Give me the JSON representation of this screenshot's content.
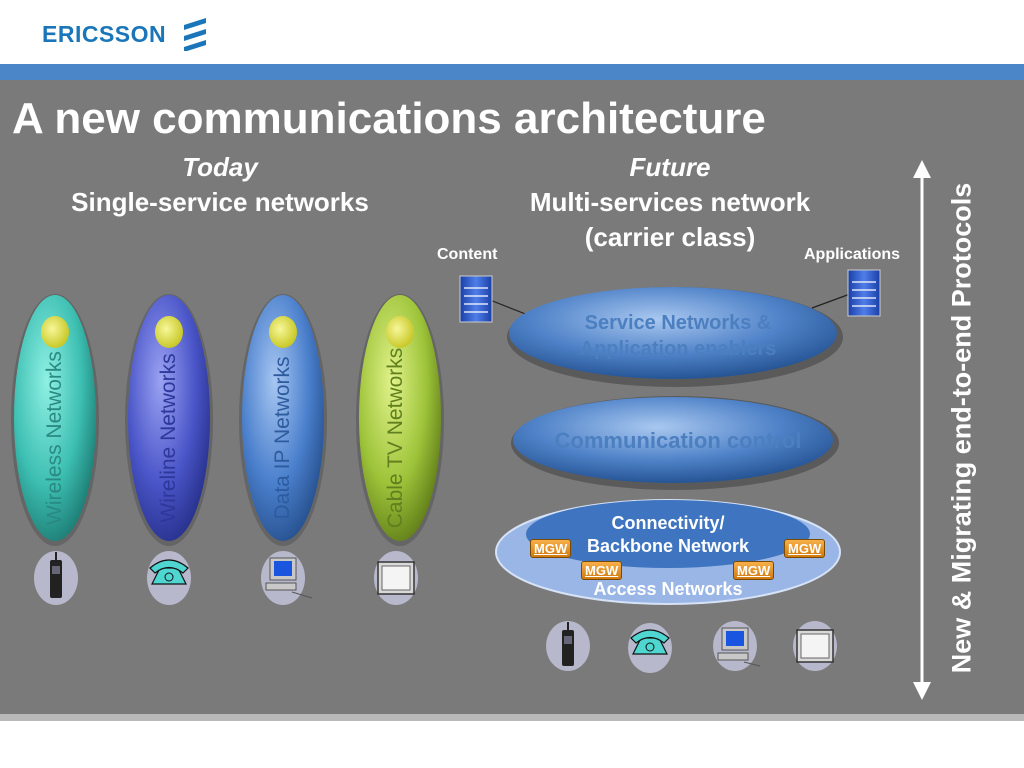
{
  "brand": {
    "name": "ERICSSON",
    "color": "#1a76b8"
  },
  "title": "A new communications architecture",
  "today": {
    "heading": "Today",
    "subheading": "Single-service networks"
  },
  "future": {
    "heading": "Future",
    "subheading_line1": "Multi-services network",
    "subheading_line2": "(carrier class)"
  },
  "labels": {
    "content": "Content",
    "applications": "Applications"
  },
  "single_networks": [
    {
      "label": "Wireless Networks",
      "color": "#3dbfb2",
      "device": "mobile-phone-icon"
    },
    {
      "label": "Wireline Networks",
      "color": "#4a55c8",
      "device": "telephone-icon"
    },
    {
      "label": "Data IP Networks",
      "color": "#4a7fcc",
      "device": "computer-icon"
    },
    {
      "label": "Cable TV Networks",
      "color": "#9ec43a",
      "device": "tv-icon"
    }
  ],
  "layers": {
    "service": {
      "line1": "Service Networks &",
      "line2": "Application enablers"
    },
    "control": "Communication control",
    "connectivity": {
      "line1": "Connectivity/",
      "line2": "Backbone Network"
    },
    "access": "Access Networks"
  },
  "mgw": [
    "MGW",
    "MGW",
    "MGW",
    "MGW"
  ],
  "side_text": "New & Migrating end-to-end Protocols"
}
